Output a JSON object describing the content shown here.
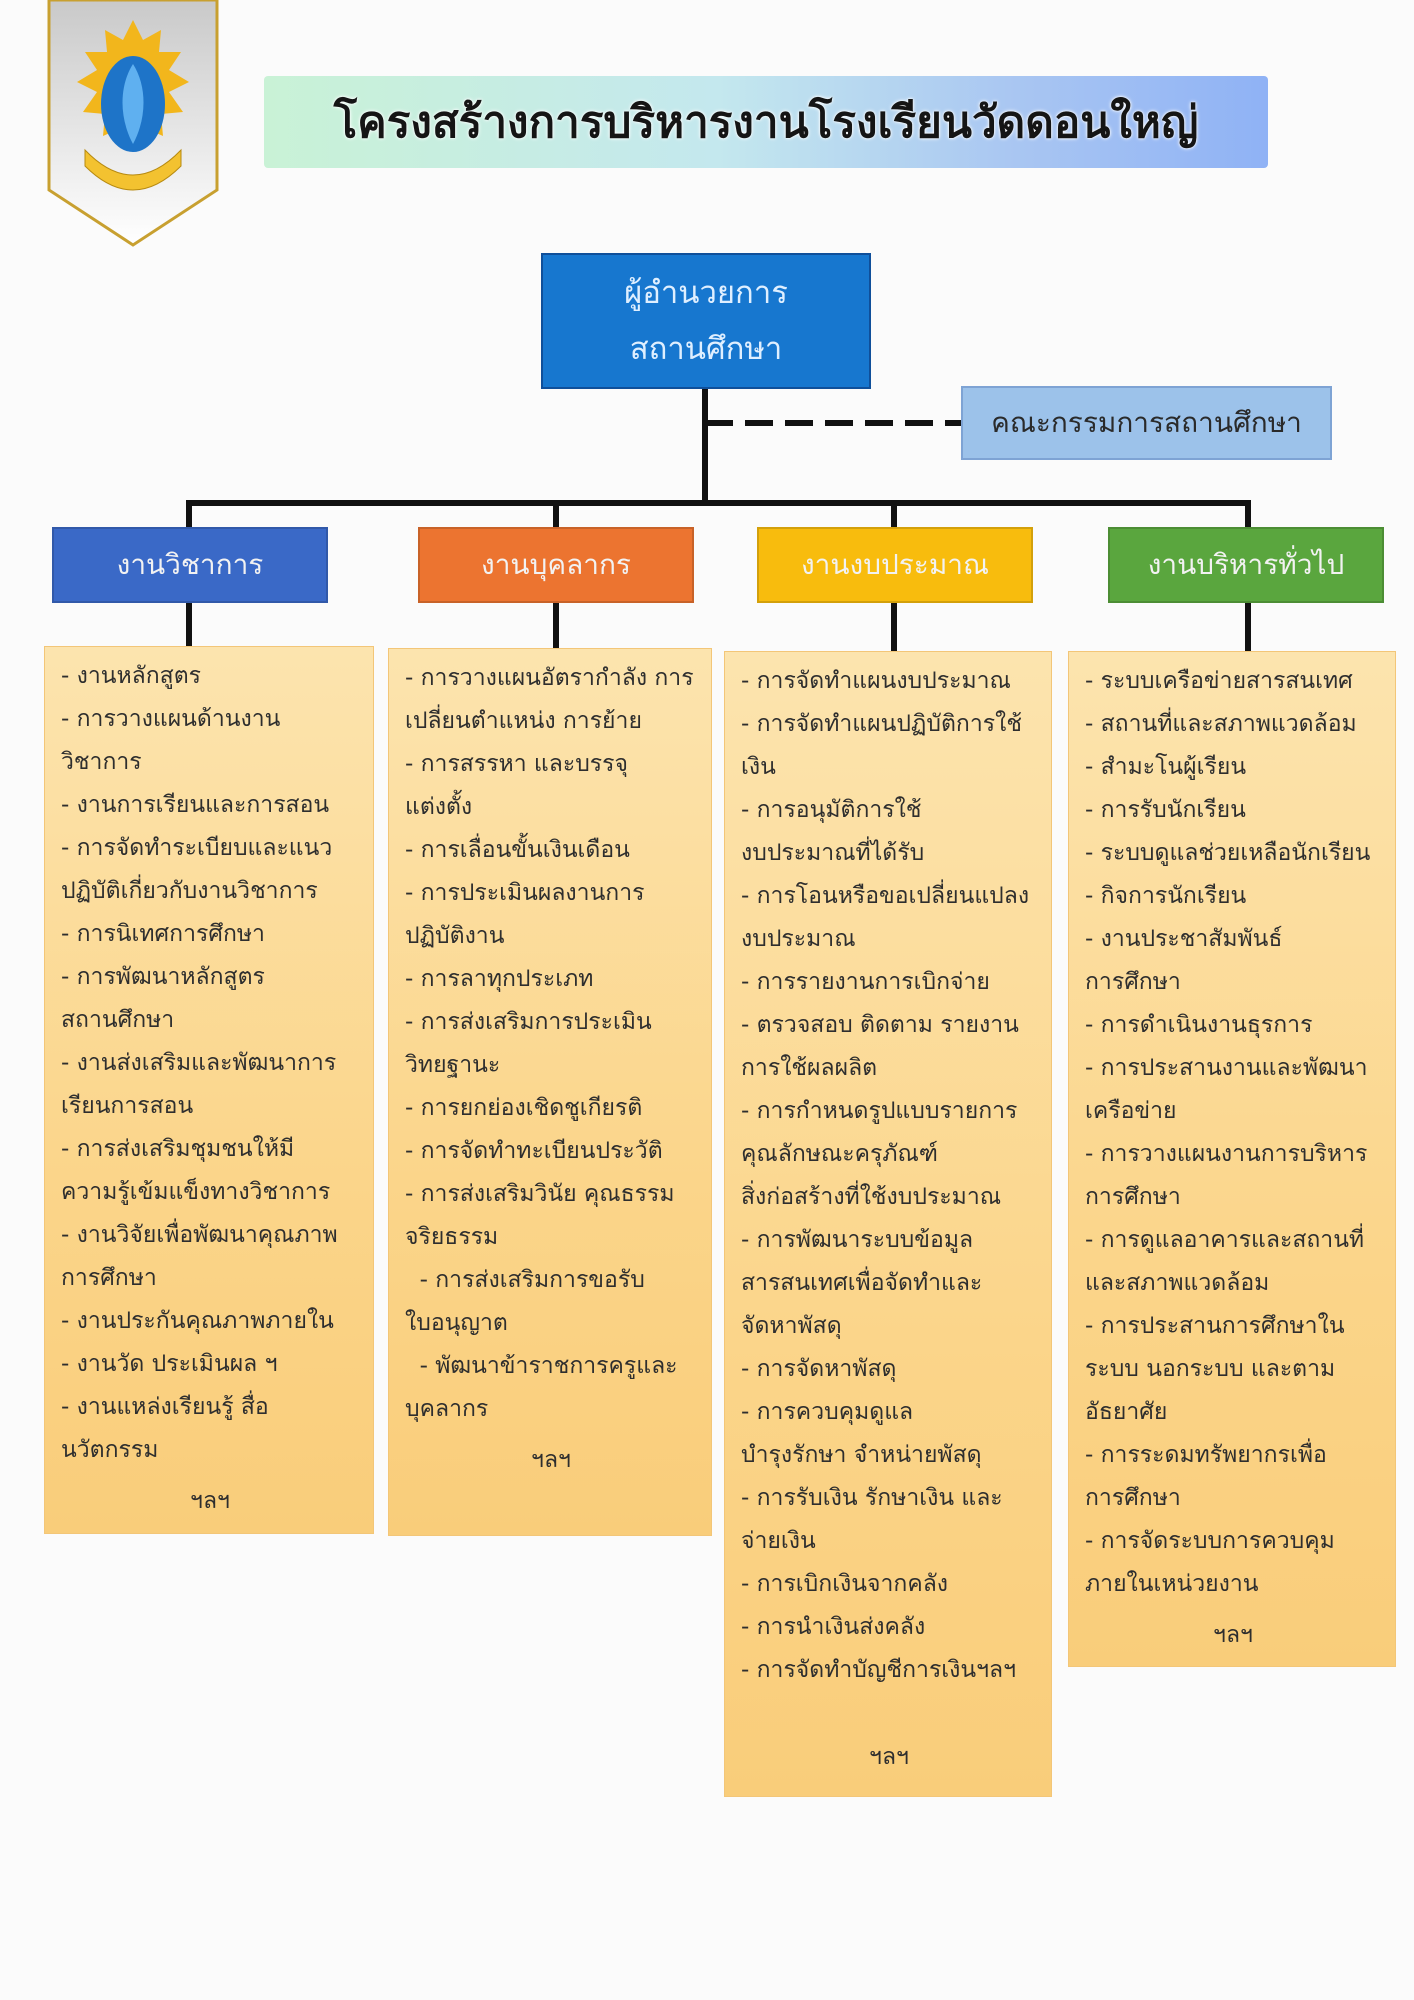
{
  "header": {
    "title": "โครงสร้างการบริหารงานโรงเรียนวัดดอนใหญ่"
  },
  "logo": {
    "icon": "school-crest-icon"
  },
  "director": {
    "line1": "ผู้อำนวยการ",
    "line2": "สถานศึกษา"
  },
  "committee": {
    "label": "คณะกรรมการสถานศึกษา"
  },
  "colors": {
    "director": "#1777cf",
    "committee": "#9cc2ea",
    "academic": "#3a69c7",
    "personnel": "#ec7430",
    "budget": "#f8bc0d",
    "general": "#5aa63e",
    "panel": "#fbd58a"
  },
  "departments": [
    {
      "label": "งานวิชาการ",
      "lines": [
        "- งานหลักสูตร",
        "- การวางแผนด้านงาน",
        "วิชาการ",
        "- งานการเรียนและการสอน",
        "- การจัดทำระเบียบและแนว",
        "ปฏิบัติเกี่ยวกับงานวิชาการ",
        "- การนิเทศการศึกษา",
        "- การพัฒนาหลักสูตร",
        "สถานศึกษา",
        "- งานส่งเสริมและพัฒนาการ",
        "เรียนการสอน",
        "- การส่งเสริมชุมชนให้มี",
        "ความรู้เข้มแข็งทางวิชาการ",
        "- งานวิจัยเพื่อพัฒนาคุณภาพ",
        "การศึกษา",
        "- งานประกันคุณภาพภายใน",
        "- งานวัด ประเมินผล ฯ",
        "- งานแหล่งเรียนรู้ สื่อ",
        "นวัตกรรม"
      ],
      "etc": "ฯลฯ"
    },
    {
      "label": "งานบุคลากร",
      "lines": [
        "- การวางแผนอัตรากำลัง การ",
        "เปลี่ยนตำแหน่ง การย้าย",
        "- การสรรหา และบรรจุ",
        "แต่งตั้ง",
        "- การเลื่อนขั้นเงินเดือน",
        "- การประเมินผลงานการ",
        "ปฏิบัติงาน",
        "- การลาทุกประเภท",
        "- การส่งเสริมการประเมิน",
        "วิทยฐานะ",
        "- การยกย่องเชิดชูเกียรติ",
        "- การจัดทำทะเบียนประวัติ",
        "- การส่งเสริมวินัย คุณธรรม",
        "จริยธรรม",
        "  - การส่งเสริมการขอรับ",
        "ใบอนุญาต",
        "  - พัฒนาข้าราชการครูและ",
        "บุคลากร"
      ],
      "etc": "ฯลฯ"
    },
    {
      "label": "งานงบประมาณ",
      "lines": [
        "- การจัดทำแผนงบประมาณ",
        "- การจัดทำแผนปฏิบัติการใช้",
        "เงิน",
        "- การอนุมัติการใช้",
        "งบประมาณที่ได้รับ",
        "- การโอนหรือขอเปลี่ยนแปลง",
        "งบประมาณ",
        "- การรายงานการเบิกจ่าย",
        "- ตรวจสอบ ติดตาม รายงาน",
        "การใช้ผลผลิต",
        "- การกำหนดรูปแบบรายการ",
        "คุณลักษณะครุภัณฑ์",
        "สิ่งก่อสร้างที่ใช้งบประมาณ",
        "- การพัฒนาระบบข้อมูล",
        "สารสนเทศเพื่อจัดทำและ",
        "จัดหาพัสดุ",
        "- การจัดหาพัสดุ",
        "- การควบคุมดูแล",
        "บำรุงรักษา จำหน่ายพัสดุ",
        "- การรับเงิน รักษาเงิน และ",
        "จ่ายเงิน",
        "- การเบิกเงินจากคลัง",
        "- การนำเงินส่งคลัง",
        "- การจัดทำบัญชีการเงินฯลฯ"
      ],
      "etc": "ฯลฯ"
    },
    {
      "label": "งานบริหารทั่วไป",
      "lines": [
        "- ระบบเครือข่ายสารสนเทศ",
        "- สถานที่และสภาพแวดล้อม",
        "- สำมะโนผู้เรียน",
        "- การรับนักเรียน",
        "- ระบบดูแลช่วยเหลือนักเรียน",
        "- กิจการนักเรียน",
        "- งานประชาสัมพันธ์",
        "การศึกษา",
        "- การดำเนินงานธุรการ",
        "- การประสานงานและพัฒนา",
        "เครือข่าย",
        "- การวางแผนงานการบริหาร",
        "การศึกษา",
        "- การดูแลอาคารและสถานที่",
        "และสภาพแวดล้อม",
        "- การประสานการศึกษาใน",
        "ระบบ นอกระบบ และตาม",
        "อัธยาศัย",
        "- การระดมทรัพยากรเพื่อ",
        "การศึกษา",
        "- การจัดระบบการควบคุม",
        "ภายในเหน่วยงาน"
      ],
      "etc": "ฯลฯ"
    }
  ]
}
